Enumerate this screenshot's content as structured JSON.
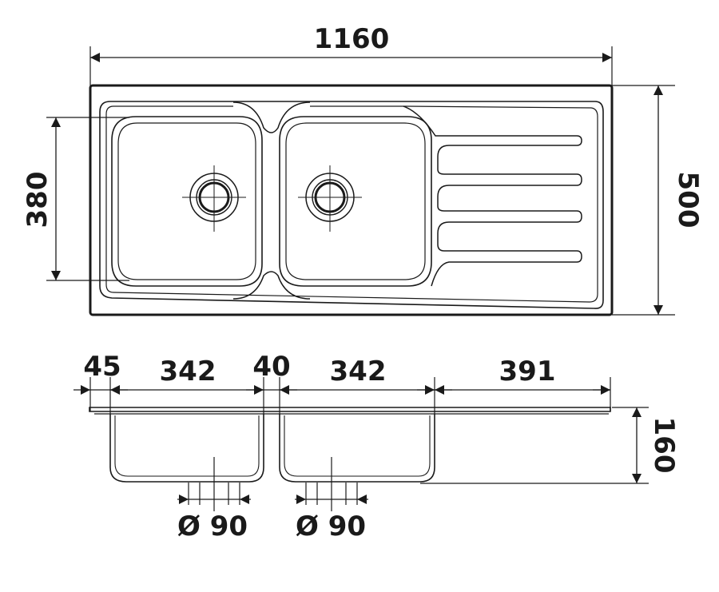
{
  "top_view": {
    "overall_length": "1160",
    "overall_width": "500",
    "bowl_width": "380"
  },
  "side_view": {
    "left_margin": "45",
    "bowl_1_length": "342",
    "bowl_gap": "40",
    "bowl_2_length": "342",
    "drainer_length": "391",
    "bowl_depth": "160",
    "waste_1_diameter": "Ø 90",
    "waste_2_diameter": "Ø 90"
  },
  "colors": {
    "line": "#1a1a1a",
    "background": "#ffffff"
  }
}
